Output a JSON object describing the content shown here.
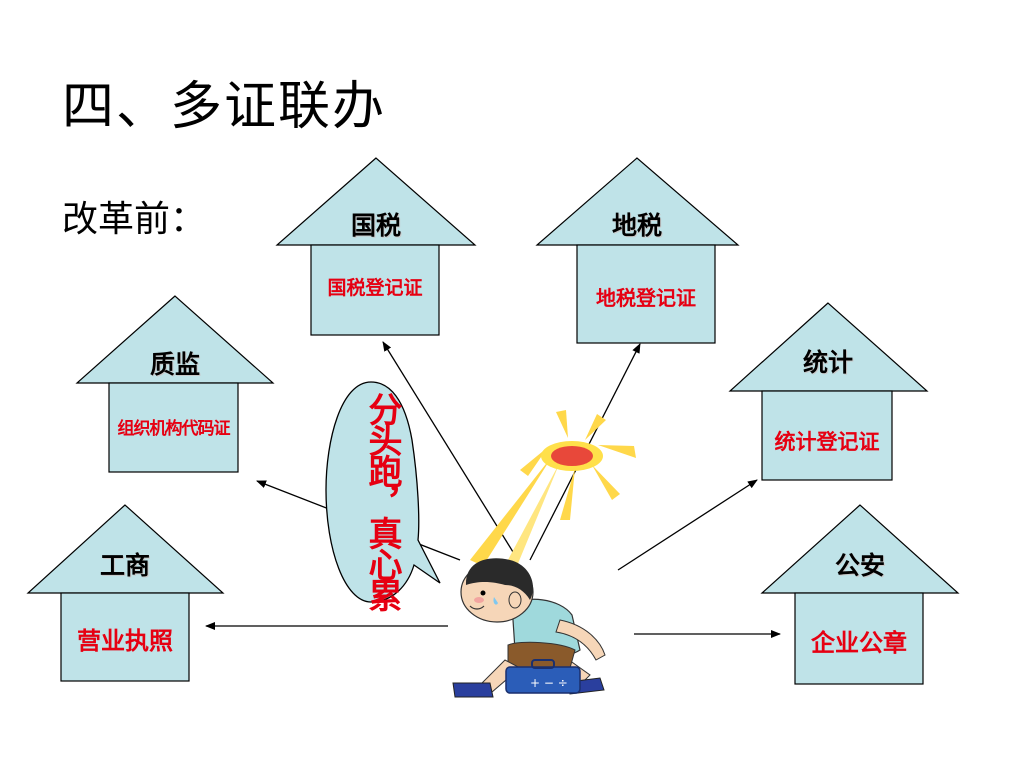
{
  "title": "四、多证联办",
  "subtitle": "改革前：",
  "bubble_text": "分头跑，真心累",
  "colors": {
    "house_fill": "#bfe3e8",
    "house_stroke": "#000000",
    "label_red": "#e60012",
    "sun_core": "#e8483a",
    "sun_rays": "#ffd84a"
  },
  "houses": [
    {
      "id": "guoshui",
      "roof": "国税",
      "body": "国税登记证"
    },
    {
      "id": "dishui",
      "roof": "地税",
      "body": "地税登记证"
    },
    {
      "id": "zhijian",
      "roof": "质监",
      "body": "组织机构代码证"
    },
    {
      "id": "tongji",
      "roof": "统计",
      "body": "统计登记证"
    },
    {
      "id": "gongshang",
      "roof": "工商",
      "body": "营业执照"
    },
    {
      "id": "gongan",
      "roof": "公安",
      "body": "企业公章"
    }
  ],
  "figure": {
    "icon": "running-boy-with-briefcase",
    "sun_icon": "sun-icon"
  }
}
